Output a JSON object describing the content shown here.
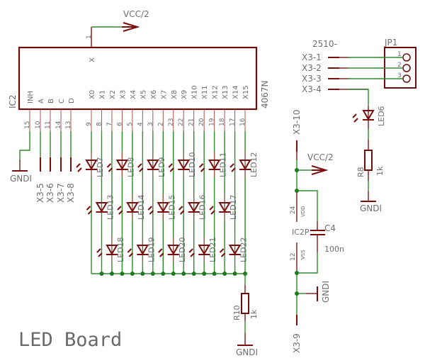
{
  "title": "LED Board",
  "supply": {
    "vcc_label": "VCC/2",
    "gnd_label": "GNDI"
  },
  "ic2": {
    "name": "IC2",
    "part": "4067N",
    "common_pin": {
      "label": "X",
      "number": "1"
    },
    "control_pins": [
      {
        "label": "INH",
        "number": "15"
      },
      {
        "label": "A",
        "number": "10"
      },
      {
        "label": "B",
        "number": "11"
      },
      {
        "label": "C",
        "number": "14"
      },
      {
        "label": "D",
        "number": "13"
      }
    ],
    "channel_pins": [
      {
        "label": "X0",
        "number": "9"
      },
      {
        "label": "X1",
        "number": "8"
      },
      {
        "label": "X2",
        "number": "7"
      },
      {
        "label": "X3",
        "number": "6"
      },
      {
        "label": "X4",
        "number": "5"
      },
      {
        "label": "X5",
        "number": "4"
      },
      {
        "label": "X6",
        "number": "3"
      },
      {
        "label": "X7",
        "number": "2"
      },
      {
        "label": "X8",
        "number": "23"
      },
      {
        "label": "X9",
        "number": "22"
      },
      {
        "label": "X10",
        "number": "21"
      },
      {
        "label": "X11",
        "number": "20"
      },
      {
        "label": "X12",
        "number": "19"
      },
      {
        "label": "X13",
        "number": "18"
      },
      {
        "label": "X14",
        "number": "17"
      },
      {
        "label": "X15",
        "number": "16"
      }
    ]
  },
  "control_connectors": [
    "X3-5",
    "X3-6",
    "X3-7",
    "X3-8"
  ],
  "leds": [
    {
      "name": "LED7",
      "channel": 0,
      "row": 0
    },
    {
      "name": "LED8",
      "channel": 3,
      "row": 0
    },
    {
      "name": "LED9",
      "channel": 6,
      "row": 0
    },
    {
      "name": "LED10",
      "channel": 9,
      "row": 0
    },
    {
      "name": "LED11",
      "channel": 12,
      "row": 0
    },
    {
      "name": "LED12",
      "channel": 15,
      "row": 0
    },
    {
      "name": "LED13",
      "channel": 1,
      "row": 1
    },
    {
      "name": "LED14",
      "channel": 4,
      "row": 1
    },
    {
      "name": "LED15",
      "channel": 7,
      "row": 1
    },
    {
      "name": "LED16",
      "channel": 10,
      "row": 1
    },
    {
      "name": "LED17",
      "channel": 13,
      "row": 1
    },
    {
      "name": "LED18",
      "channel": 2,
      "row": 2
    },
    {
      "name": "LED19",
      "channel": 5,
      "row": 2
    },
    {
      "name": "LED20",
      "channel": 8,
      "row": 2
    },
    {
      "name": "LED21",
      "channel": 11,
      "row": 2
    },
    {
      "name": "LED22",
      "channel": 14,
      "row": 2
    }
  ],
  "r10": {
    "name": "R10",
    "value": "1k"
  },
  "header": {
    "connector_prefix": "2510-",
    "name": "JP1",
    "pins": [
      "1",
      "2",
      "3"
    ],
    "connectors": [
      "X3-1",
      "X3-2",
      "X3-3",
      "X3-4"
    ]
  },
  "led6": {
    "name": "LED6"
  },
  "r8": {
    "name": "R8",
    "value": "1k"
  },
  "power": {
    "top_connector": "X3-10",
    "bottom_connector": "X3-9",
    "ic_part": "IC2P",
    "vdd": {
      "label": "VDD",
      "number": "24"
    },
    "vss": {
      "label": "VSS",
      "number": "12"
    },
    "cap": {
      "name": "C4",
      "value": "100n"
    }
  }
}
